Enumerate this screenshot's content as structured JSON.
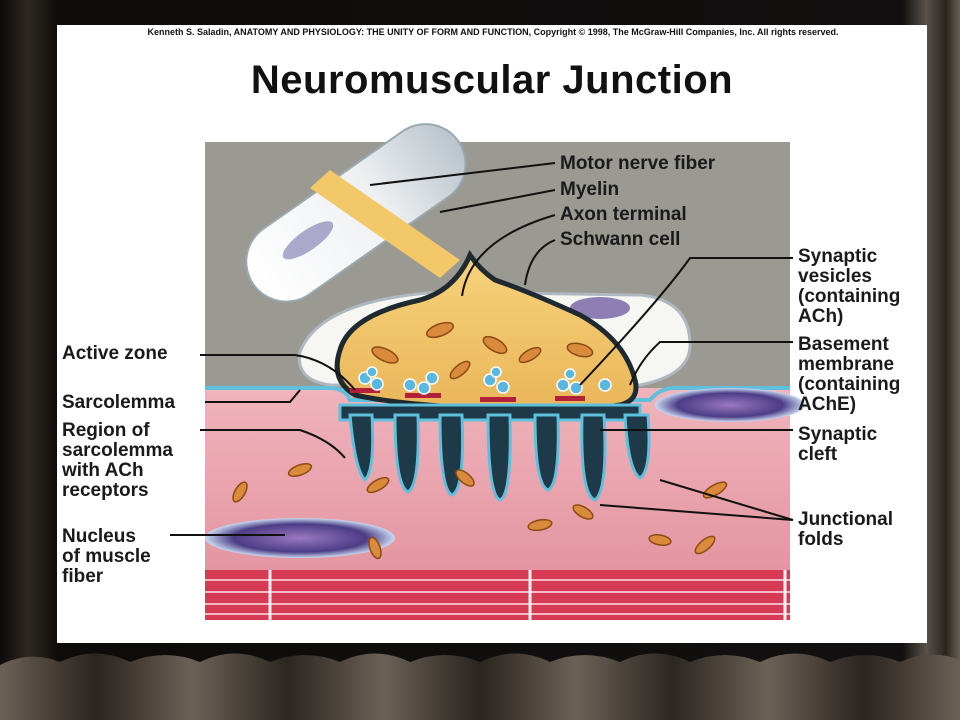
{
  "copyright": "Kenneth S. Saladin, ANATOMY AND PHYSIOLOGY: THE UNITY OF FORM AND FUNCTION, Copyright © 1998, The McGraw-Hill Companies, Inc. All rights reserved.",
  "title": "Neuromuscular Junction",
  "labels": {
    "motor_nerve_fiber": "Motor nerve fiber",
    "myelin": "Myelin",
    "axon_terminal": "Axon terminal",
    "schwann_cell": "Schwann cell",
    "synaptic_vesicles": "Synaptic\nvesicles\n(containing\nACh)",
    "basement_membrane": "Basement\nmembrane\n(containing\nAChE)",
    "synaptic_cleft": "Synaptic\ncleft",
    "junctional_folds": "Junctional\nfolds",
    "active_zone": "Active zone",
    "sarcolemma": "Sarcolemma",
    "ach_receptor_region": "Region of\nsarcolemma\nwith ACh\nreceptors",
    "nucleus": "Nucleus\nof muscle\nfiber"
  },
  "colors": {
    "background": "#1a1714",
    "curtain": "#5a5148",
    "axon": "#f0c060",
    "muscle": "#e8a0a8",
    "vesicle": "#5ab8e0",
    "myelin": "#f4f4ec",
    "cleft": "#1e3a48"
  }
}
